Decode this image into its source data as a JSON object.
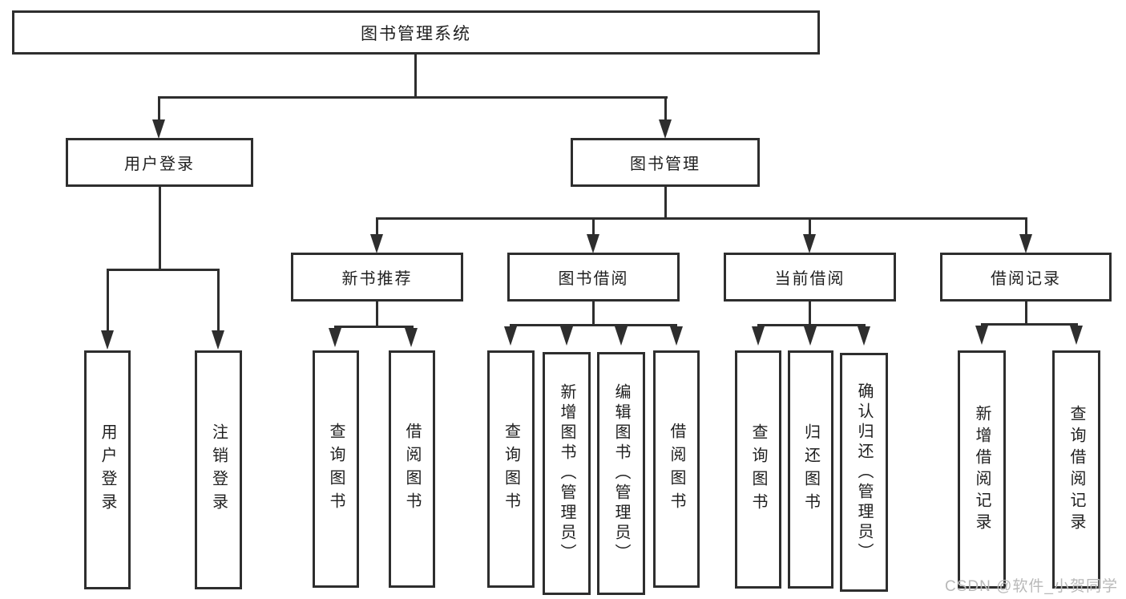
{
  "diagram": {
    "root": "图书管理系统",
    "user_branch": {
      "label": "用户登录",
      "children": [
        "用户登录",
        "注销登录"
      ]
    },
    "book_branch": {
      "label": "图书管理",
      "groups": [
        {
          "label": "新书推荐",
          "children": [
            "查询图书",
            "借阅图书"
          ]
        },
        {
          "label": "图书借阅",
          "children": [
            "查询图书",
            "新增图书（管理员）",
            "编辑图书（管理员）",
            "借阅图书"
          ]
        },
        {
          "label": "当前借阅",
          "children": [
            "查询图书",
            "归还图书",
            "确认归还（管理员）"
          ]
        },
        {
          "label": "借阅记录",
          "children": [
            "新增借阅记录",
            "查询借阅记录"
          ]
        }
      ]
    }
  },
  "watermark": "CSDN @软件_小贺同学",
  "colors": {
    "line": "#2e2e2e",
    "box_border": "#2e2e2e",
    "text": "#1f1f1f",
    "watermark": "#b9b9b9",
    "background": "#ffffff"
  }
}
